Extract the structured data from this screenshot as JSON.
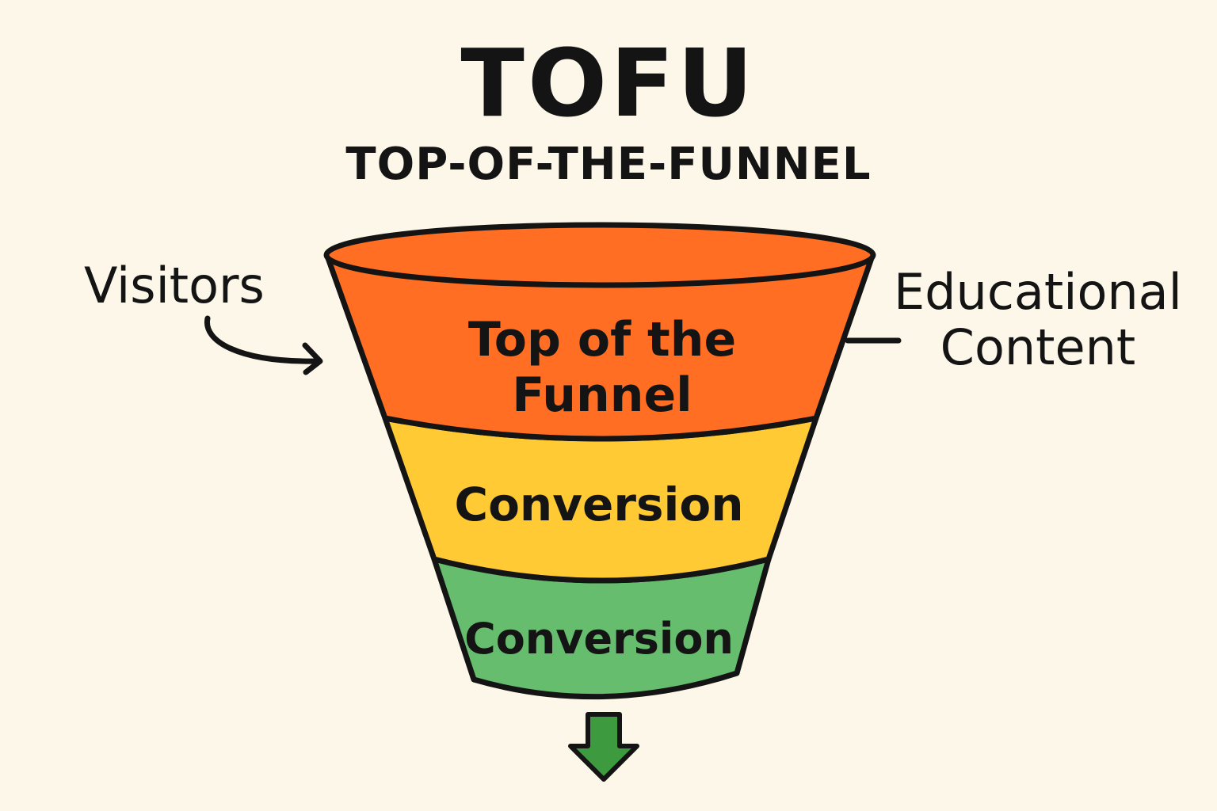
{
  "header": {
    "title": "TOFU",
    "subtitle": "TOP-OF-THE-FUNNEL"
  },
  "funnel": {
    "stages": [
      {
        "line1": "Top of the",
        "line2": "Funnel",
        "color": "#FF6E22"
      },
      {
        "label": "Conversion",
        "color": "#FFCA33"
      },
      {
        "label": "Conversion",
        "color": "#66BD6E"
      }
    ],
    "outline_color": "#141414",
    "exit_arrow_color": "#3E9A3E"
  },
  "annotations": {
    "left": "Visitors",
    "right_line1": "Educational",
    "right_line2": "Content"
  }
}
